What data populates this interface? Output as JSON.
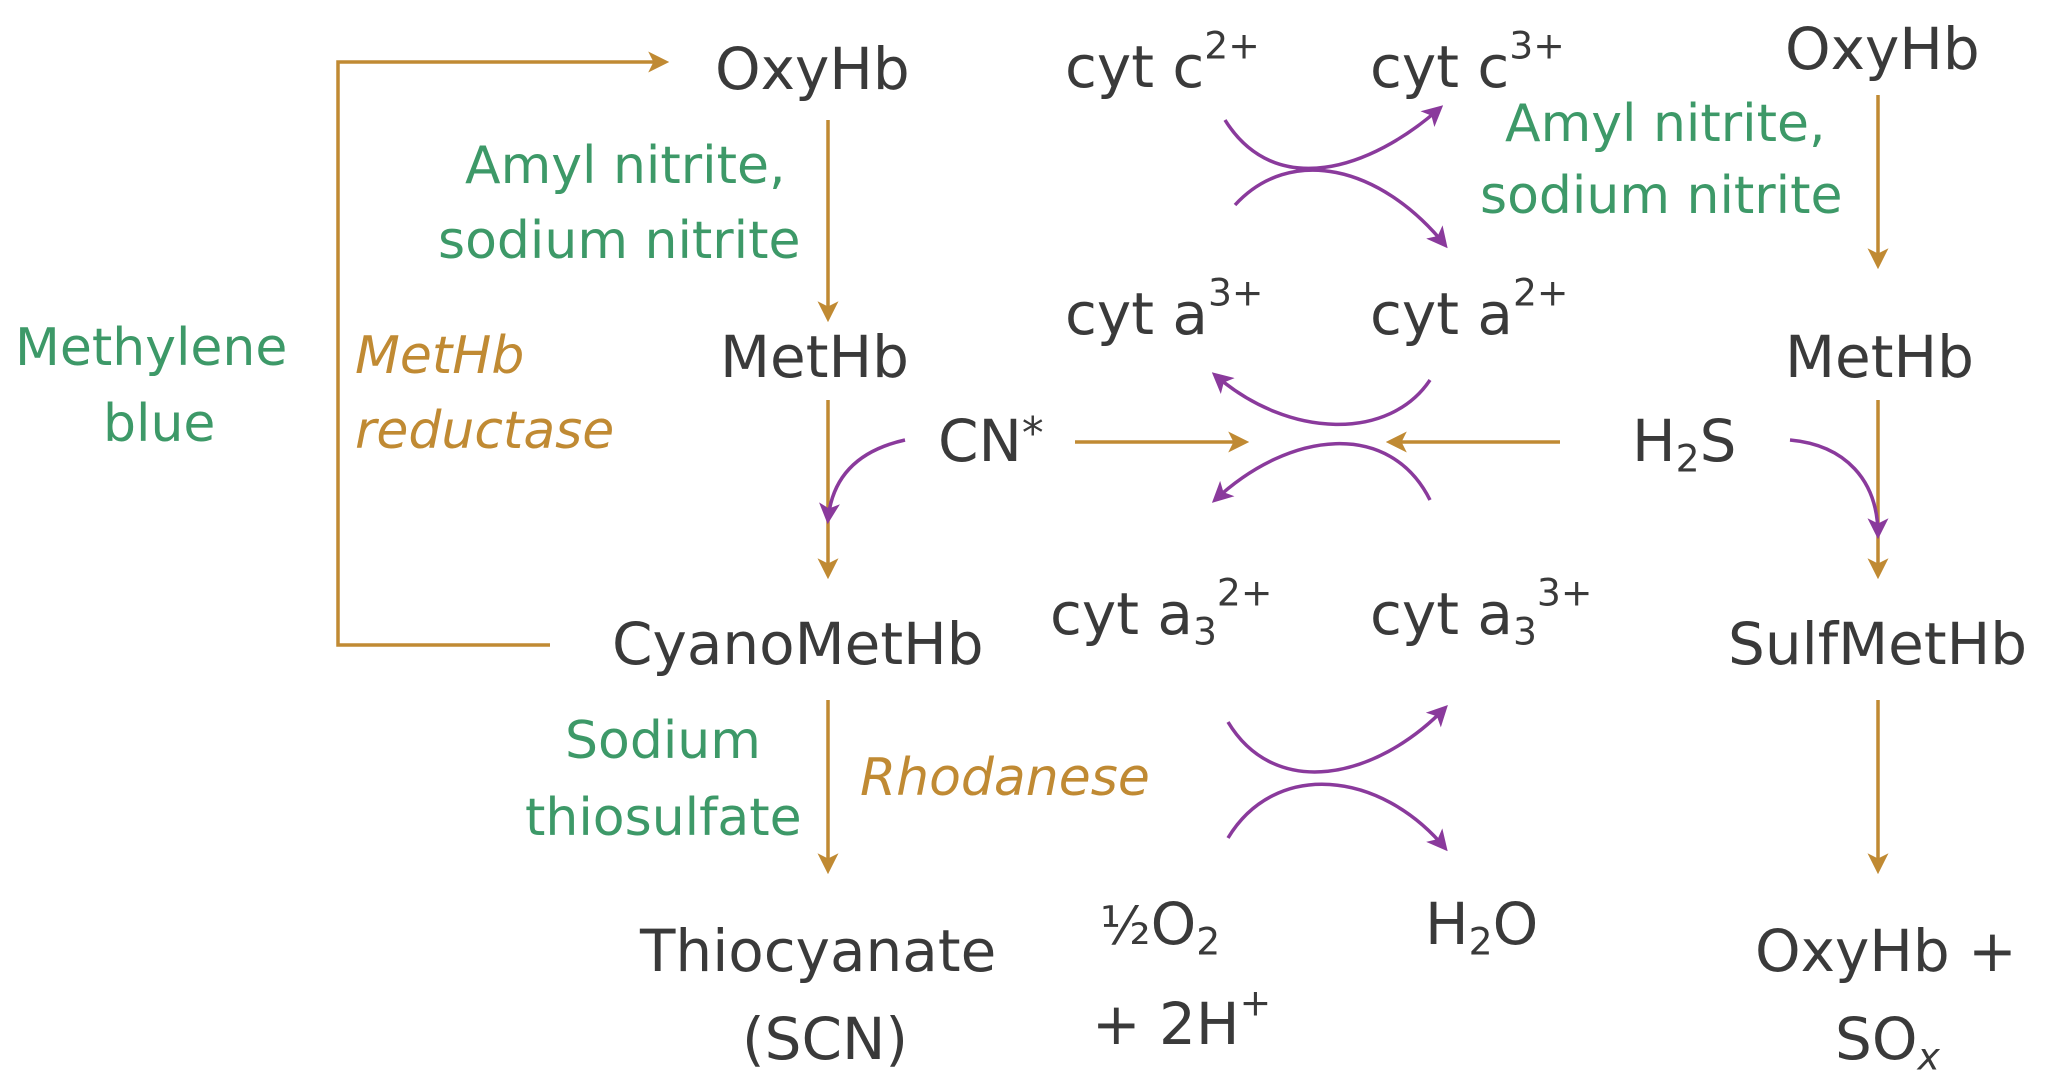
{
  "colors": {
    "text": "#3a3a3a",
    "antidote": "#3d9968",
    "enzyme_arrow": "#c08a33",
    "reaction_arrow": "#8a3a9c"
  },
  "left": {
    "oxyhb": "OxyHb",
    "nitrite": [
      "Amyl nitrite,",
      "sodium nitrite"
    ],
    "methb": "MetHb",
    "methylene_blue": [
      "Methylene",
      "blue"
    ],
    "methb_reductase": [
      "MetHb",
      "reductase"
    ],
    "cn": "CN",
    "cn_mark": "*",
    "cyanomethb": "CyanoMetHb",
    "thiosulfate": [
      "Sodium",
      "thiosulfate"
    ],
    "rhodanese": "Rhodanese",
    "thiocyanate": [
      "Thiocyanate",
      "(SCN)"
    ]
  },
  "center": {
    "cyt_c2": {
      "base": "cyt c",
      "sup": "2+"
    },
    "cyt_c3": {
      "base": "cyt c",
      "sup": "3+"
    },
    "cyt_a3": {
      "base": "cyt a",
      "sup": "3+"
    },
    "cyt_a2": {
      "base": "cyt a",
      "sup": "2+"
    },
    "cyt_a3_2": {
      "base": "cyt a",
      "sub": "3",
      "sup": "2+"
    },
    "cyt_a3_3": {
      "base": "cyt a",
      "sub": "3",
      "sup": "3+"
    },
    "half_o2": {
      "frac": "½",
      "base": "O",
      "sub": "2"
    },
    "protons": {
      "base": "+ 2H",
      "sup": "+"
    },
    "water": {
      "base": "H",
      "sub": "2",
      "tail": "O"
    }
  },
  "right": {
    "oxyhb": "OxyHb",
    "nitrite": [
      "Amyl nitrite,",
      "sodium nitrite"
    ],
    "methb": "MetHb",
    "h2s": {
      "base": "H",
      "sub": "2",
      "tail": "S"
    },
    "sulfmethb": "SulfMetHb",
    "product": {
      "line1": "OxyHb +",
      "line2_base": "SO",
      "line2_sub": "x"
    }
  }
}
